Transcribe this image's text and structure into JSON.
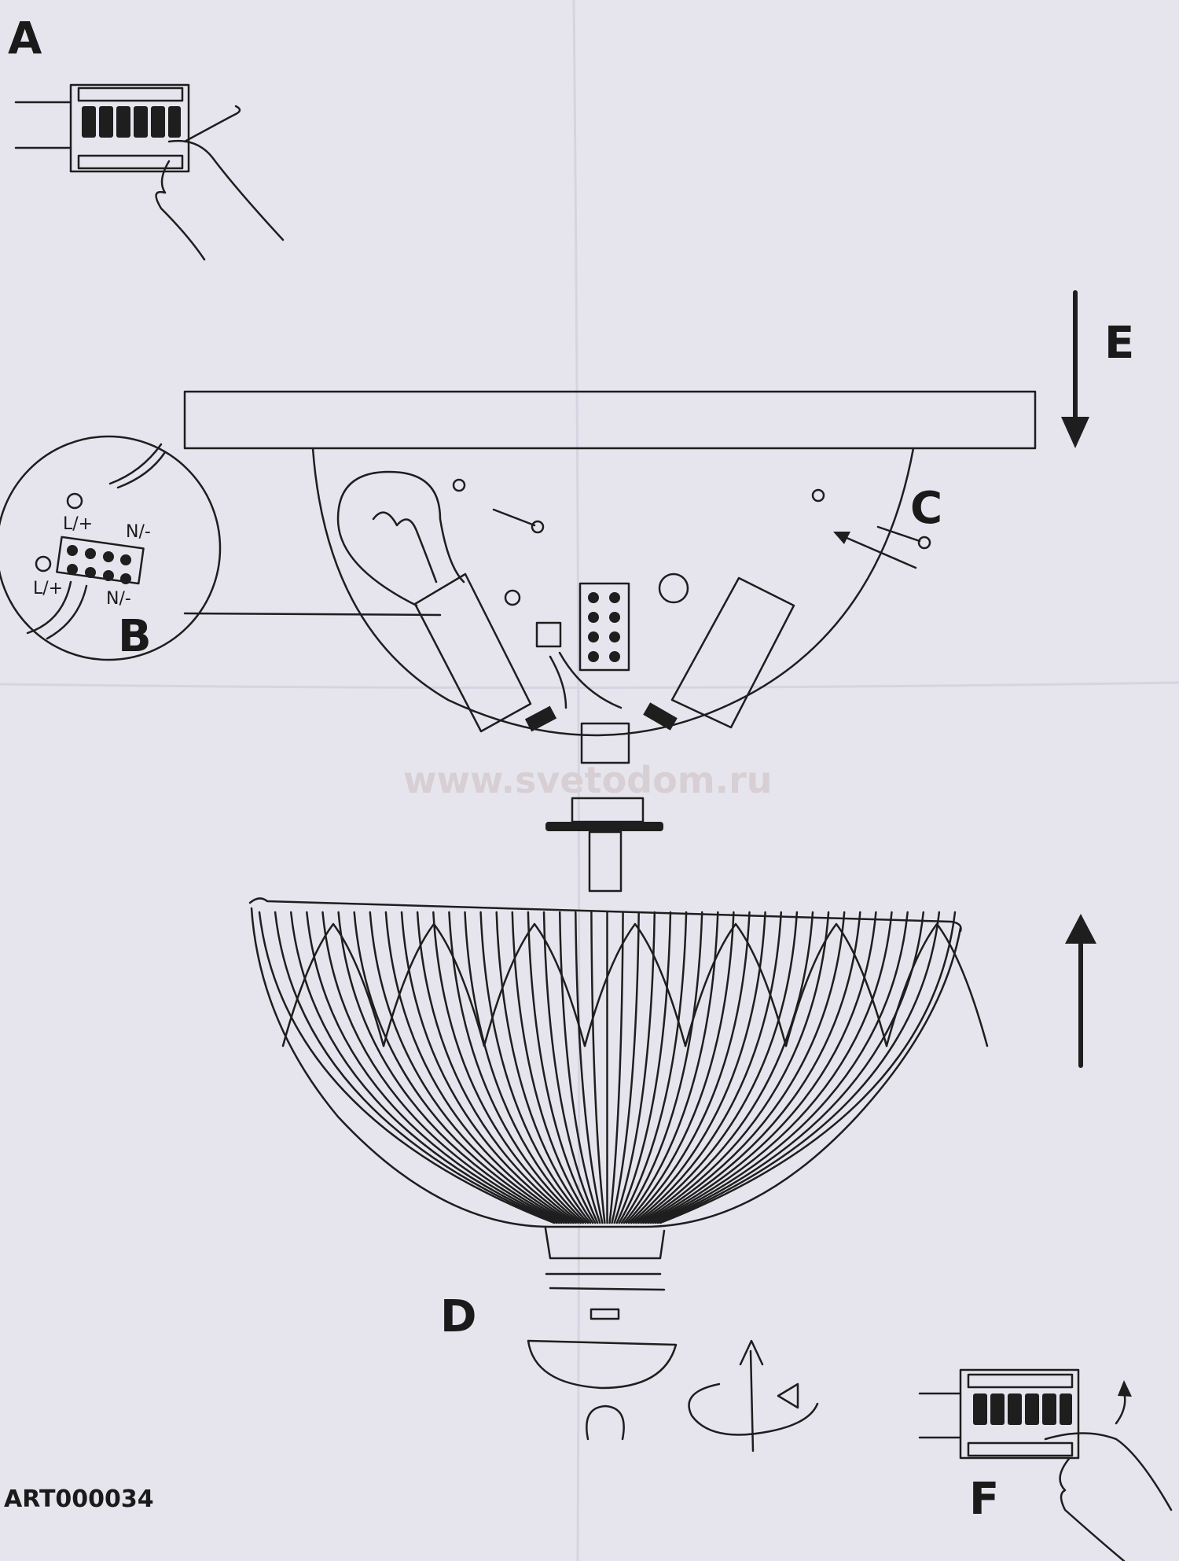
{
  "steps": {
    "a": "A",
    "b": "B",
    "c": "C",
    "d": "D",
    "e": "E",
    "f": "F"
  },
  "wiring": {
    "live_top": "L/+",
    "neutral_top": "N/-",
    "live_bottom": "L/+",
    "neutral_bottom": "N/-"
  },
  "watermark": "www.svetodom.ru",
  "article_code": "ART000034",
  "colors": {
    "paper": "#e6e5ee",
    "ink": "#1e1e1e",
    "watermark": "#d7cfd4"
  }
}
